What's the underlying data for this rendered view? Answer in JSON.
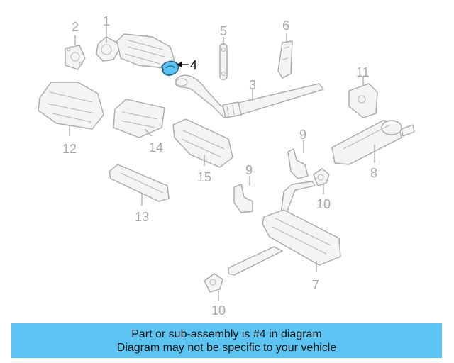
{
  "diagram": {
    "callouts": [
      "1",
      "2",
      "3",
      "4",
      "5",
      "6",
      "7",
      "8",
      "9",
      "9",
      "10",
      "10",
      "11",
      "12",
      "13",
      "14",
      "15"
    ],
    "highlight_color": "#5bc4f2",
    "highlighted_part": "4"
  },
  "banner": {
    "line1": "Part or sub-assembly is #4 in diagram",
    "line2": "Diagram may not be specific to your vehicle",
    "color": "#5bc4f2"
  }
}
